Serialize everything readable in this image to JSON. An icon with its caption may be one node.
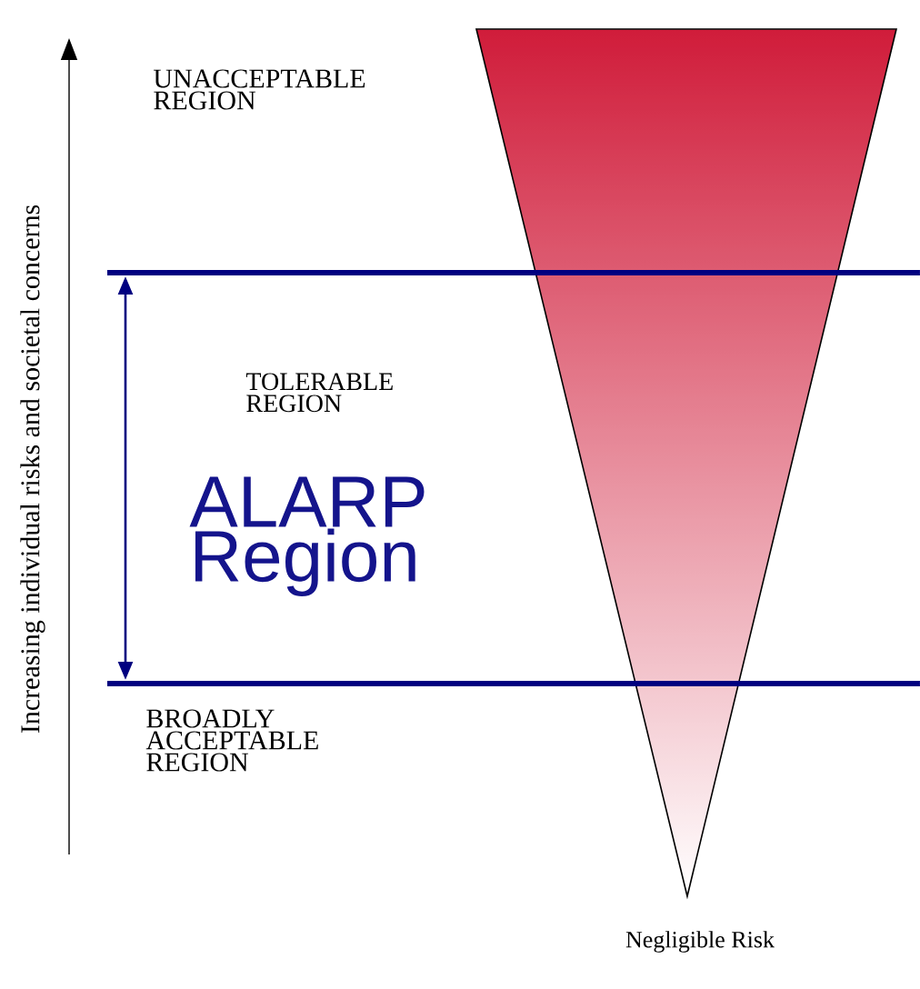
{
  "diagram": {
    "labels": [
      "Increasing individual risks and societal concerns",
      "UNACCEPTABLE REGION",
      "TOLERABLE REGION",
      "ALARP Region",
      "BROADLY ACCEPTABLE REGION",
      "Negligible Risk"
    ]
  }
}
